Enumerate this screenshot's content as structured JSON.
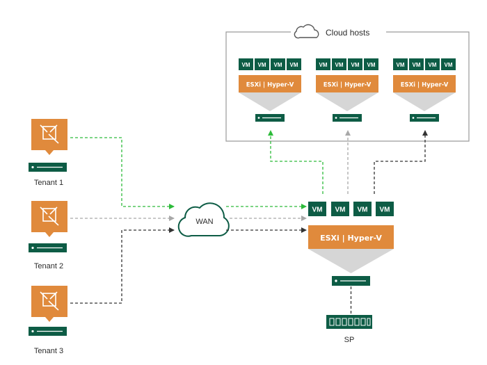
{
  "cloud": {
    "label": "Cloud hosts"
  },
  "hosts": [
    {
      "vms": [
        "VM",
        "VM",
        "VM",
        "VM"
      ],
      "hypervisor": "ESXi | Hyper-V"
    },
    {
      "vms": [
        "VM",
        "VM",
        "VM",
        "VM"
      ],
      "hypervisor": "ESXi | Hyper-V"
    },
    {
      "vms": [
        "VM",
        "VM",
        "VM",
        "VM"
      ],
      "hypervisor": "ESXi | Hyper-V"
    }
  ],
  "tenants": [
    {
      "label": "Tenant 1"
    },
    {
      "label": "Tenant 2"
    },
    {
      "label": "Tenant 3"
    }
  ],
  "wan": {
    "label": "WAN"
  },
  "sp_host": {
    "vms": [
      "VM",
      "VM",
      "VM",
      "VM"
    ],
    "hypervisor": "ESXi | Hyper-V"
  },
  "storage": {
    "label": "SP"
  },
  "colors": {
    "brand_green": "#0d5c45",
    "orange": "#e08a3c",
    "funnel_gray": "#d6d6d6",
    "line_green": "#2dbb3a",
    "line_gray": "#a8a8a8",
    "line_dark": "#333333"
  }
}
